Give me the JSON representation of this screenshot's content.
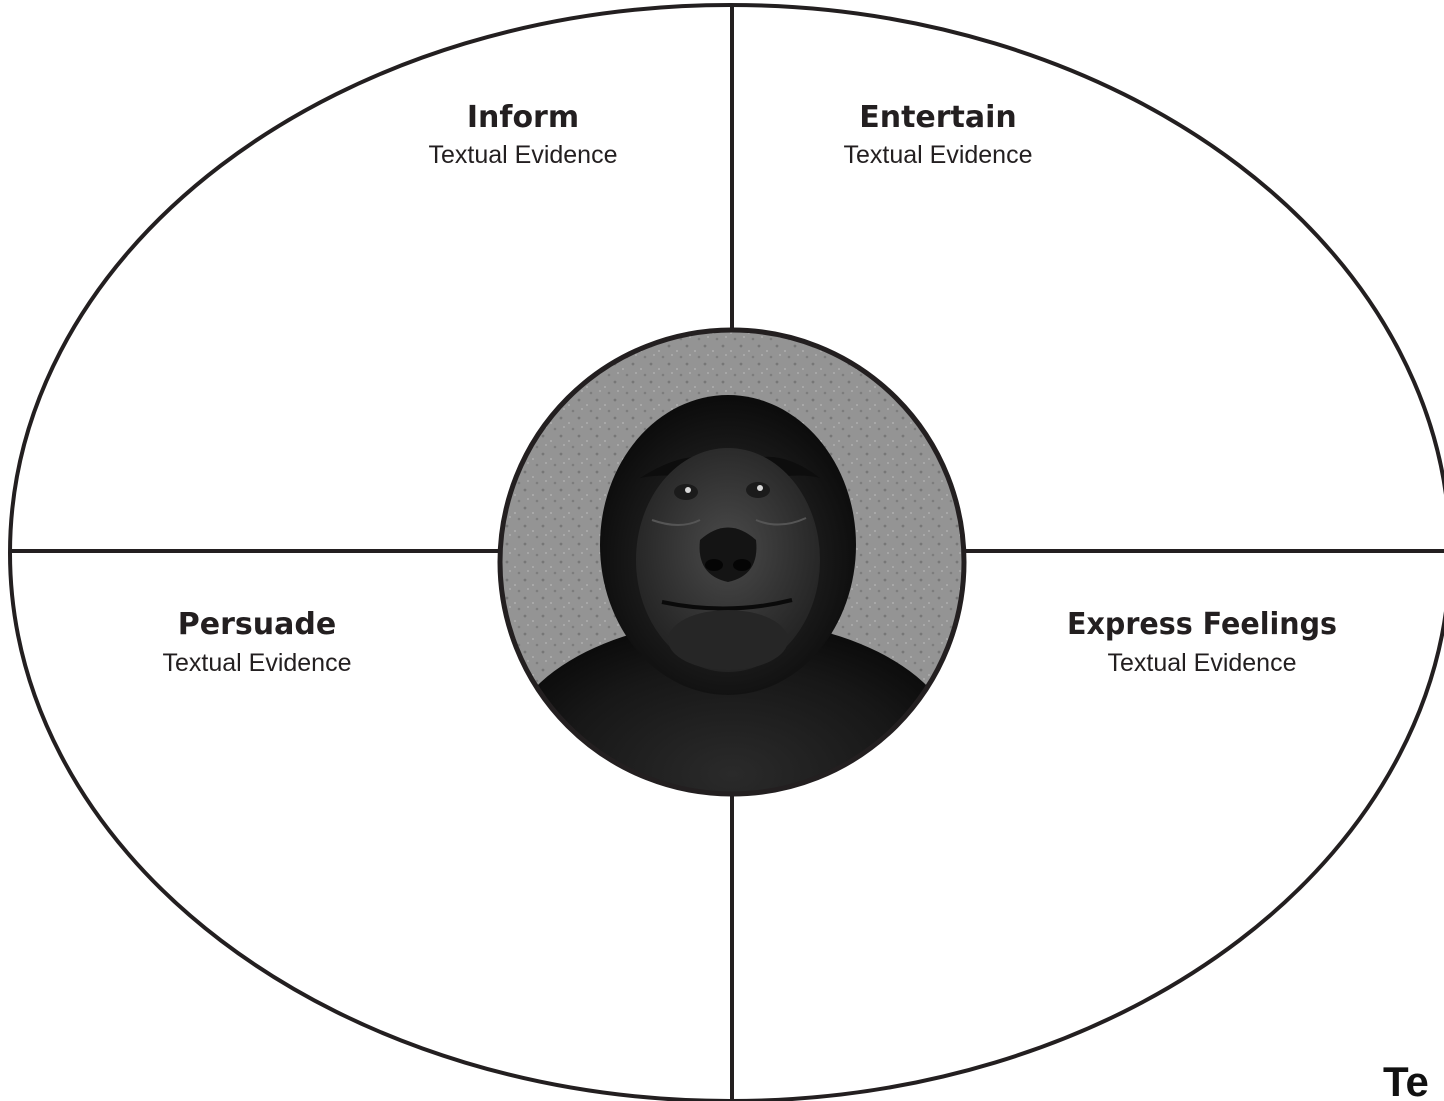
{
  "quadrants": {
    "inform": {
      "title": "Inform",
      "subtitle": "Textual Evidence"
    },
    "entertain": {
      "title": "Entertain",
      "subtitle": "Textual Evidence"
    },
    "persuade": {
      "title": "Persuade",
      "subtitle": "Textual Evidence"
    },
    "express": {
      "title": "Express Feelings",
      "subtitle": "Textual Evidence"
    }
  },
  "center_image": {
    "subject": "gorilla face photograph",
    "style": "black-and-white"
  },
  "corner_text": "Te",
  "colors": {
    "line": "#231f20",
    "background": "#ffffff"
  }
}
